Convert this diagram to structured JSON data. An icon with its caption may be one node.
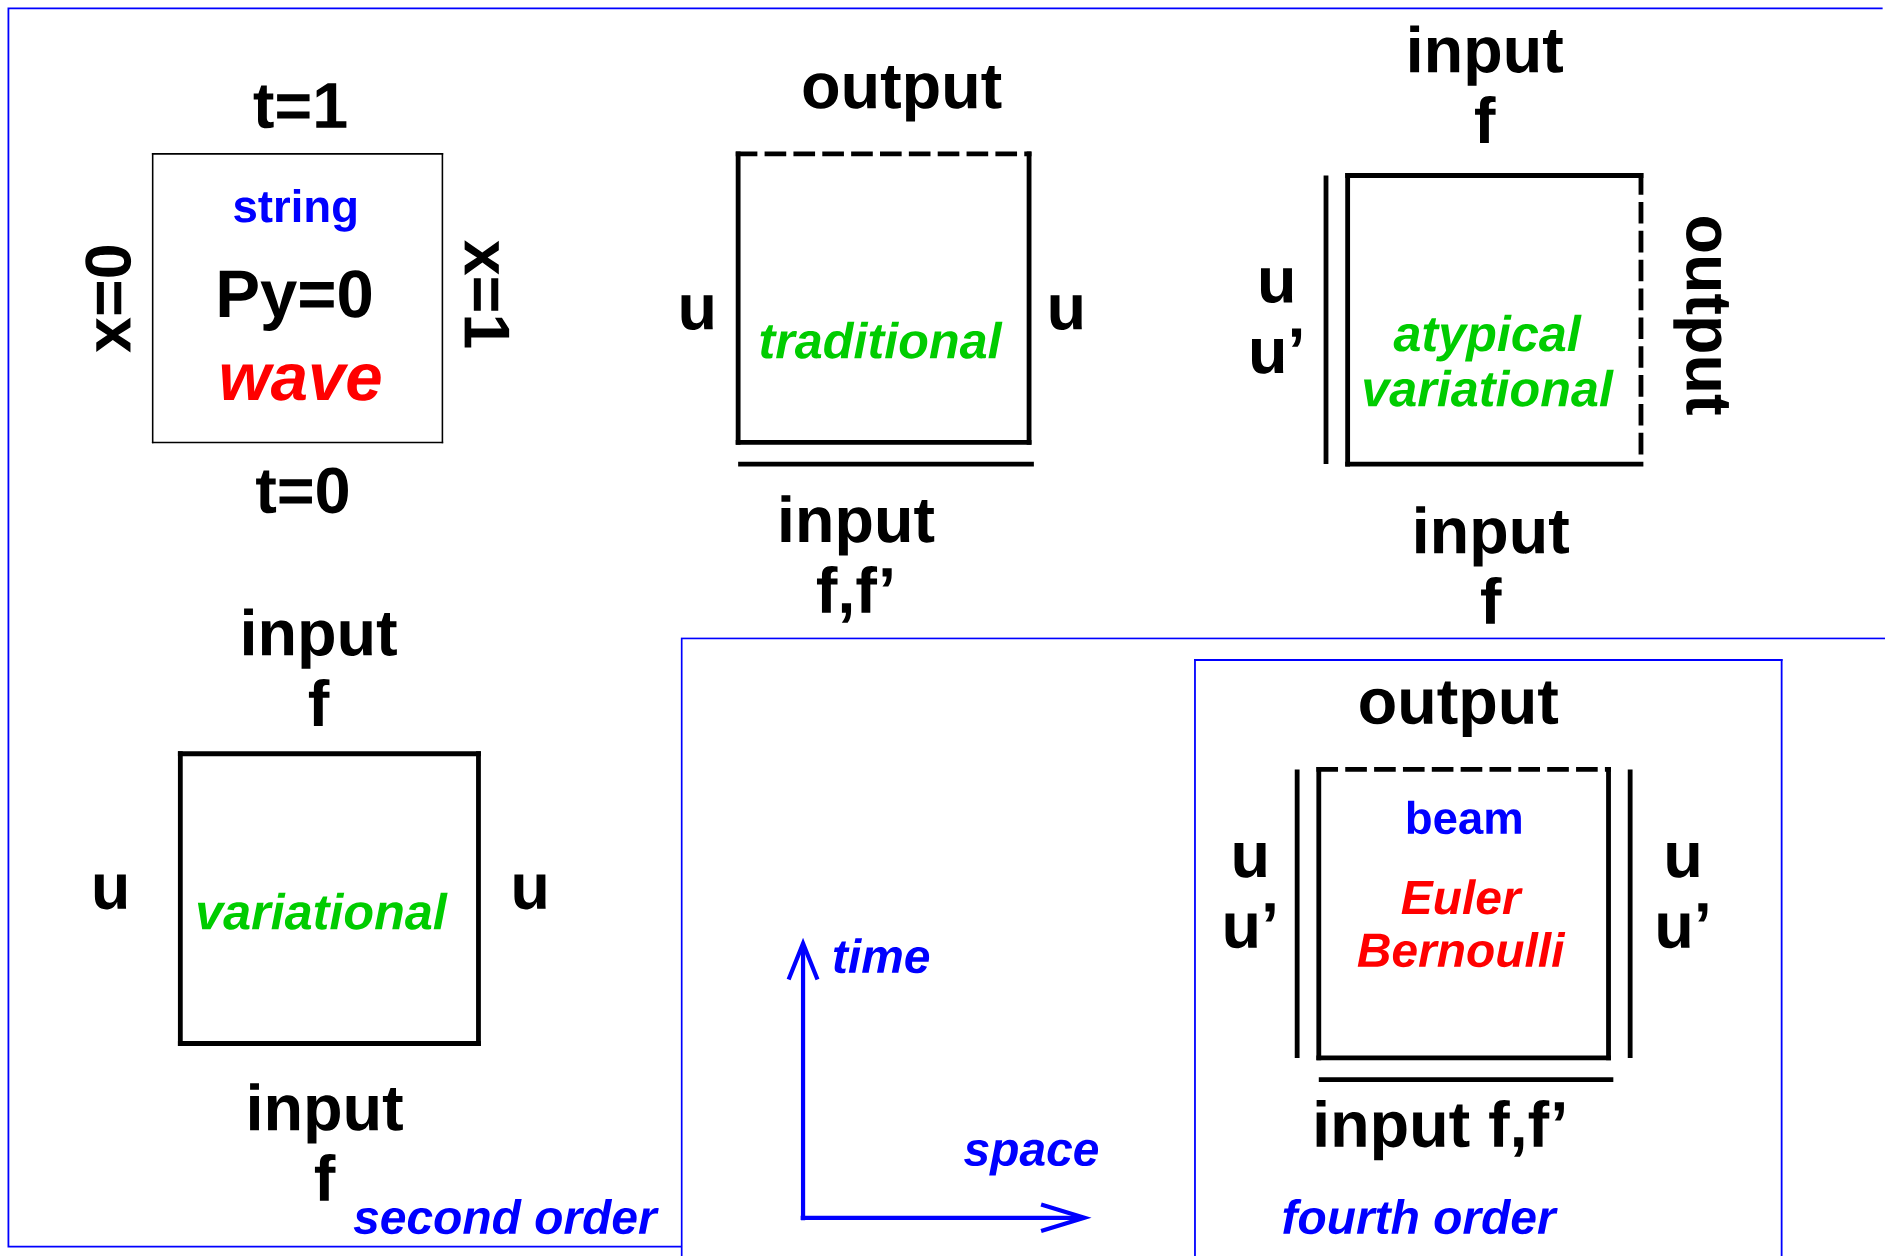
{
  "diagram": {
    "nodes": [
      {
        "text": [
          "string",
          "Py=0",
          "wave"
        ],
        "beside": [
          "t=1",
          "x=0",
          "x=1",
          "t=0"
        ]
      },
      {
        "text": [
          "traditional"
        ],
        "beside": [
          "output",
          "u",
          "u",
          "input f,f’"
        ]
      },
      {
        "text": [
          "atypical variational"
        ],
        "beside": [
          "input f",
          "u u’",
          "output",
          "input f"
        ]
      },
      {
        "text": [
          "variational"
        ],
        "beside": [
          "input f",
          "u",
          "u",
          "input f"
        ]
      },
      {
        "text": [
          "fourth order"
        ]
      },
      {
        "text": [
          "beam",
          "Euler Bernoulli"
        ],
        "in": 4,
        "beside": [
          "output",
          "u u’",
          "u u’",
          "input f,f’"
        ]
      }
    ],
    "labels": [
      "second order",
      "time",
      "space"
    ]
  }
}
